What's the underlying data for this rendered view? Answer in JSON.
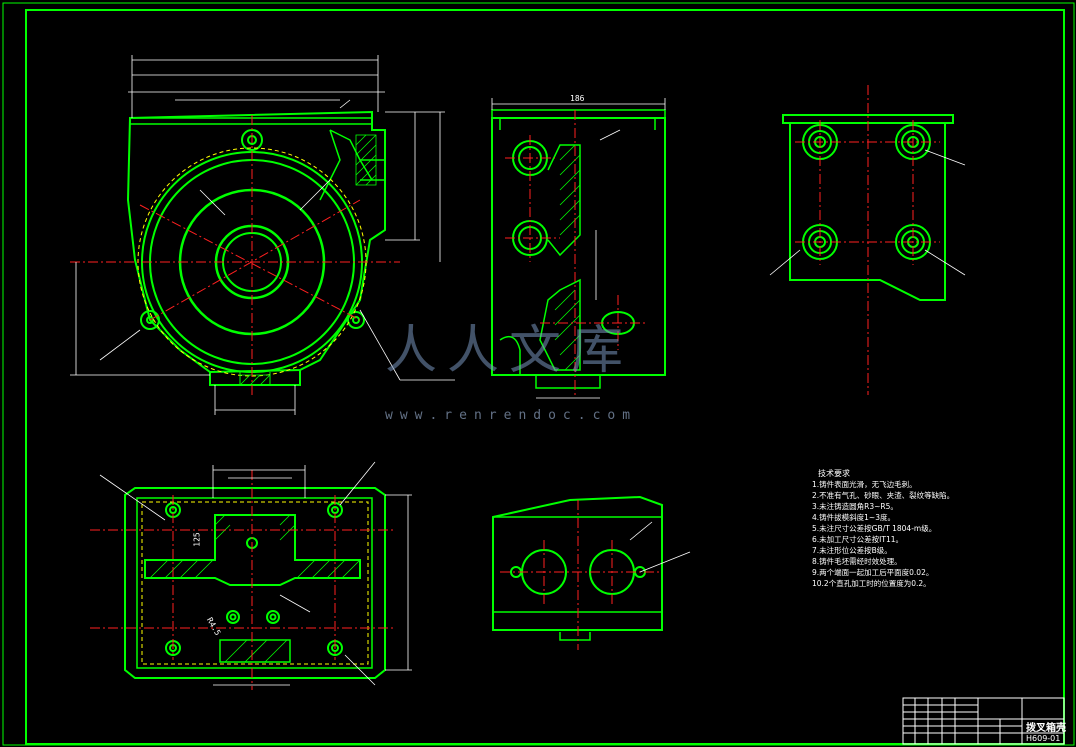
{
  "drawing": {
    "background": "#000000",
    "line_green": "#00ff00",
    "center_red": "#ff2020",
    "dim_white": "#ffffff",
    "hatch": "#00ff00"
  },
  "tech_notes": {
    "title": "技术要求",
    "lines": [
      "1.铸件表面光滑，无飞边毛刺。",
      "2.不准有气孔、砂眼、夹渣、裂纹等缺陷。",
      "3.未注铸造圆角R3~R5。",
      "4.铸件拔模斜度1~3度。",
      "5.未注尺寸公差按GB/T 1804-m级。",
      "6.未加工尺寸公差按IT11。",
      "7.未注形位公差按B级。",
      "8.铸件毛坯需经时效处理。",
      "9.两个端面一起加工后平面度0.02。",
      "10.2个直孔加工时的位置度为0.2。"
    ]
  },
  "title_block": {
    "name": "拨叉箱壳",
    "code": "H609-01"
  },
  "dimensions": {
    "top_width": "186",
    "r_note": "R4.5",
    "left_dim": "125"
  },
  "watermark": {
    "text": "人人文库",
    "url": "www.renrendoc.com"
  }
}
